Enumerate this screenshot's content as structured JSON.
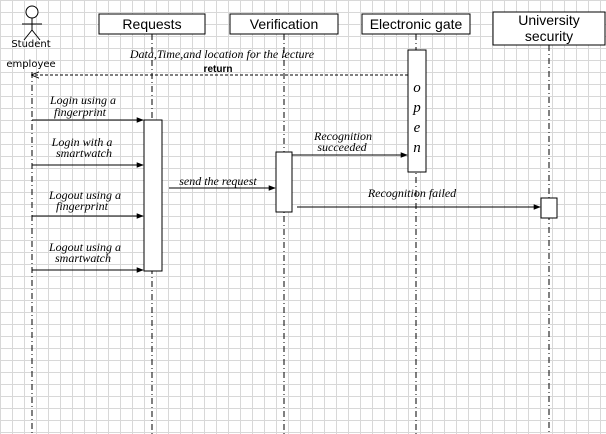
{
  "actor": {
    "line1": "Student",
    "line2": "employee"
  },
  "participants": {
    "requests": "Requests",
    "verification": "Verification",
    "gate": "Electronic gate",
    "security_line1": "University",
    "security_line2": "security"
  },
  "messages": {
    "lecture_info": "Data,Time,and location for the lecture",
    "return_label": "return",
    "login_fp_1": "Login using a",
    "login_fp_2": "fingerprint",
    "login_sw_1": "Login with a",
    "login_sw_2": "smartwatch",
    "logout_fp_1": "Logout using a",
    "logout_fp_2": "fingerprint",
    "logout_sw_1": "Logout using a",
    "logout_sw_2": "smartwatch",
    "send_request": "send the request",
    "recog_ok_1": "Recognition",
    "recog_ok_2": "succeeded",
    "recog_fail": "Recognition failed"
  },
  "gate_state": [
    "o",
    "p",
    "e",
    "n"
  ]
}
